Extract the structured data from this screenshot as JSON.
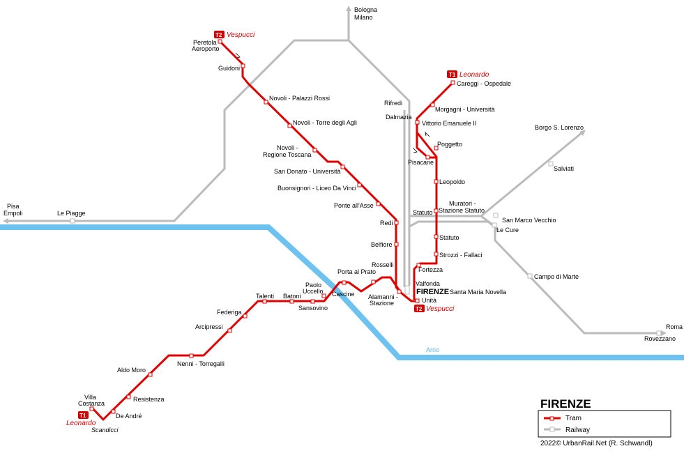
{
  "title": "FIRENZE",
  "credit": "2022© UrbanRail.Net (R. Schwandl)",
  "legend": {
    "tram": "Tram",
    "railway": "Railway"
  },
  "colors": {
    "tram": "#e00000",
    "railway": "#bbbbbb",
    "river": "#6ec2ef"
  },
  "river": {
    "name": "Arno"
  },
  "terminals": {
    "t2_north": {
      "badge": "T2",
      "name": "Vespucci"
    },
    "t2_south": {
      "badge": "T2",
      "name": "Vespucci"
    },
    "t1_north": {
      "badge": "T1",
      "name": "Leonardo"
    },
    "t1_south": {
      "badge": "T1",
      "name": "Leonardo",
      "sub": "Scandicci"
    }
  },
  "stations": {
    "peretola_1": "Peretola",
    "peretola_2": "Aeroporto",
    "guidoni": "Guidoni",
    "novoli_palazzi": "Novoli - Palazzi Rossi",
    "novoli_torre": "Novoli - Torre degli Agli",
    "novoli_reg_1": "Novoli -",
    "novoli_reg_2": "Regione Toscana",
    "san_donato": "San Donato - Università",
    "buonsignori": "Buonsignori - Liceo Da Vinci",
    "ponte_asse": "Ponte all'Asse",
    "redi": "Redi",
    "belfiore": "Belfiore",
    "rosselli": "Rosselli",
    "porta_prato": "Porta al Prato",
    "paolo_1": "Paolo",
    "paolo_2": "Uccello",
    "cascine": "Cascine",
    "sansovino": "Sansovino",
    "batoni": "Batoni",
    "talenti": "Talenti",
    "federiga": "Federiga",
    "arcipressi": "Arcipressi",
    "nenni": "Nenni - Torregalli",
    "aldo_moro": "Aldo Moro",
    "resistenza": "Resistenza",
    "de_andre": "De André",
    "villa_1": "Villa",
    "villa_2": "Costanza",
    "alamanni_1": "Alamanni -",
    "alamanni_2": "Stazione",
    "valfonda": "Valfonda",
    "firenze": "FIRENZE",
    "smn": "Santa Maria Novella",
    "unita": "Unità",
    "fortezza": "Fortezza",
    "strozzi": "Strozzi - Fallaci",
    "statuto_tram": "Statuto",
    "leopoldo": "Leopoldo",
    "poggetto": "Poggetto",
    "pisacane": "Pisacane",
    "vittorio": "Vittorio Emanuele II",
    "morgagni": "Morgagni - Università",
    "careggi": "Careggi - Ospedale",
    "rifredi": "Rifredi",
    "dalmazia": "Dalmazia",
    "statuto_rail": "Statuto",
    "muratori_1": "Muratori -",
    "muratori_2": "Stazione Statuto",
    "san_marco": "San Marco Vecchio",
    "le_cure": "Le Cure",
    "salviati": "Salviati",
    "borgo": "Borgo S. Lorenzo",
    "campo_marte": "Campo di Marte",
    "roma": "Roma",
    "rovezzano": "Rovezzano",
    "bologna": "Bologna",
    "milano": "Milano",
    "pisa": "Pisa",
    "empoli": "Empoli",
    "le_piagge": "Le Piagge"
  }
}
